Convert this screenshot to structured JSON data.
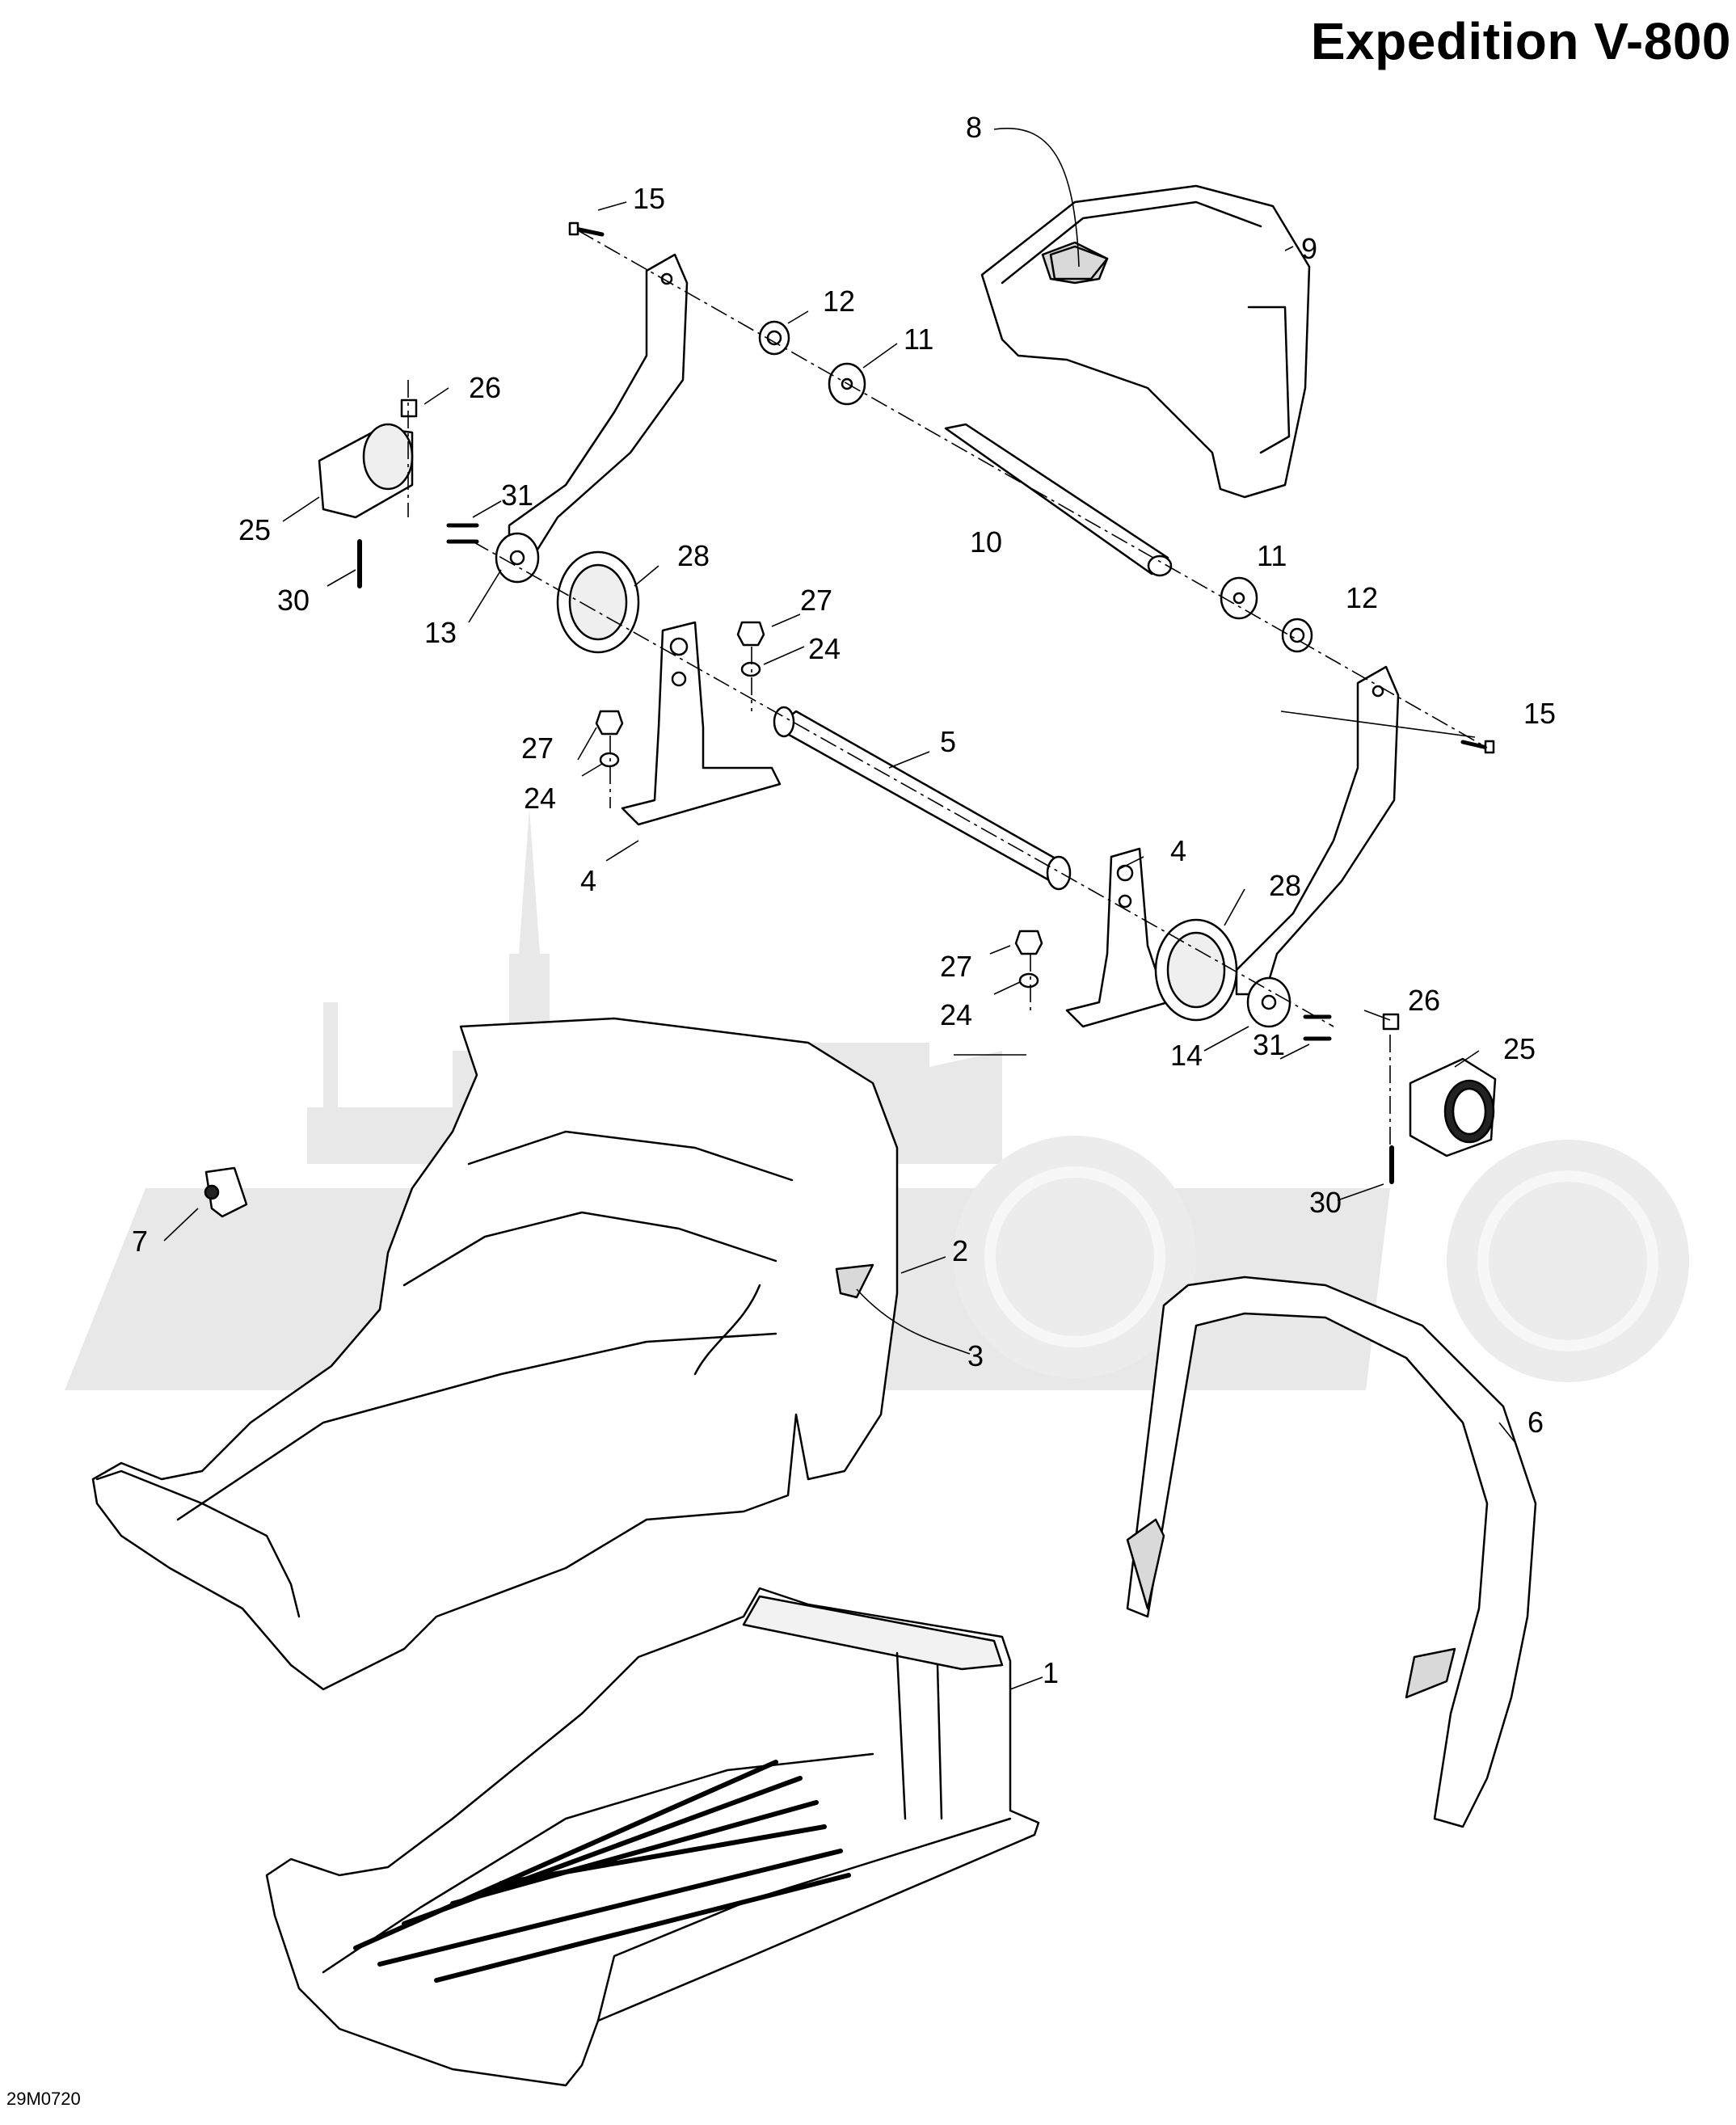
{
  "title": "Expedition V-800",
  "diagram_code": "29M0720",
  "callouts": [
    {
      "id": "c1",
      "label": "1"
    },
    {
      "id": "c2",
      "label": "2"
    },
    {
      "id": "c3",
      "label": "3"
    },
    {
      "id": "c4a",
      "label": "4"
    },
    {
      "id": "c4b",
      "label": "4"
    },
    {
      "id": "c5",
      "label": "5"
    },
    {
      "id": "c6",
      "label": "6"
    },
    {
      "id": "c7",
      "label": "7"
    },
    {
      "id": "c8",
      "label": "8"
    },
    {
      "id": "c9",
      "label": "9"
    },
    {
      "id": "c10",
      "label": "10"
    },
    {
      "id": "c11a",
      "label": "11"
    },
    {
      "id": "c11b",
      "label": "11"
    },
    {
      "id": "c12a",
      "label": "12"
    },
    {
      "id": "c12b",
      "label": "12"
    },
    {
      "id": "c13",
      "label": "13"
    },
    {
      "id": "c14",
      "label": "14"
    },
    {
      "id": "c15a",
      "label": "15"
    },
    {
      "id": "c15b",
      "label": "15"
    },
    {
      "id": "c24a",
      "label": "24"
    },
    {
      "id": "c24b",
      "label": "24"
    },
    {
      "id": "c24c",
      "label": "24"
    },
    {
      "id": "c25a",
      "label": "25"
    },
    {
      "id": "c25b",
      "label": "25"
    },
    {
      "id": "c26a",
      "label": "26"
    },
    {
      "id": "c26b",
      "label": "26"
    },
    {
      "id": "c27a",
      "label": "27"
    },
    {
      "id": "c27b",
      "label": "27"
    },
    {
      "id": "c27c",
      "label": "27"
    },
    {
      "id": "c28a",
      "label": "28"
    },
    {
      "id": "c28b",
      "label": "28"
    },
    {
      "id": "c30a",
      "label": "30"
    },
    {
      "id": "c30b",
      "label": "30"
    },
    {
      "id": "c31a",
      "label": "31"
    },
    {
      "id": "c31b",
      "label": "31"
    }
  ],
  "colors": {
    "line": "#000000",
    "watermark": "#e6e6e6",
    "fill": "#ffffff",
    "shade": "#bdbdbd"
  }
}
